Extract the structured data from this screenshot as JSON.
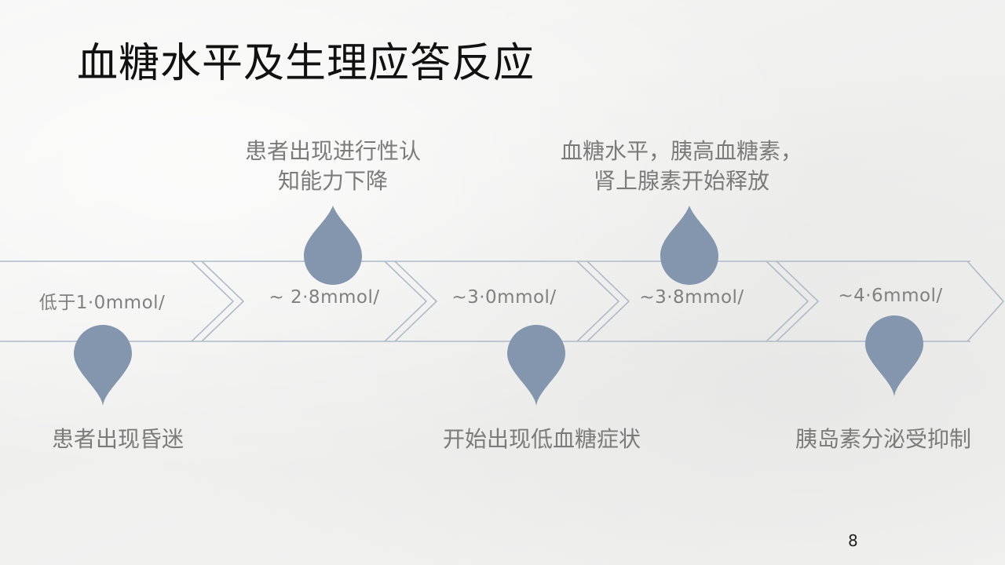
{
  "slide": {
    "title": "血糖水平及生理应答反应",
    "page_number": "8"
  },
  "timeline": {
    "accent_color": "#8396ae",
    "line_color": "#aebac8",
    "levels": [
      "低于1·0mmol/",
      "~ 2·8mmol/",
      "~3·0mmol/",
      "~3·8mmol/",
      "~4·6mmol/"
    ],
    "responses_above": [
      [
        "患者出现进行性认",
        "知能力下降"
      ],
      [
        "血糖水平，胰高血糖素，",
        "肾上腺素开始释放"
      ]
    ],
    "responses_below": [
      "患者出现昏迷",
      "开始出现低血糖症状",
      "胰岛素分泌受抑制"
    ]
  }
}
